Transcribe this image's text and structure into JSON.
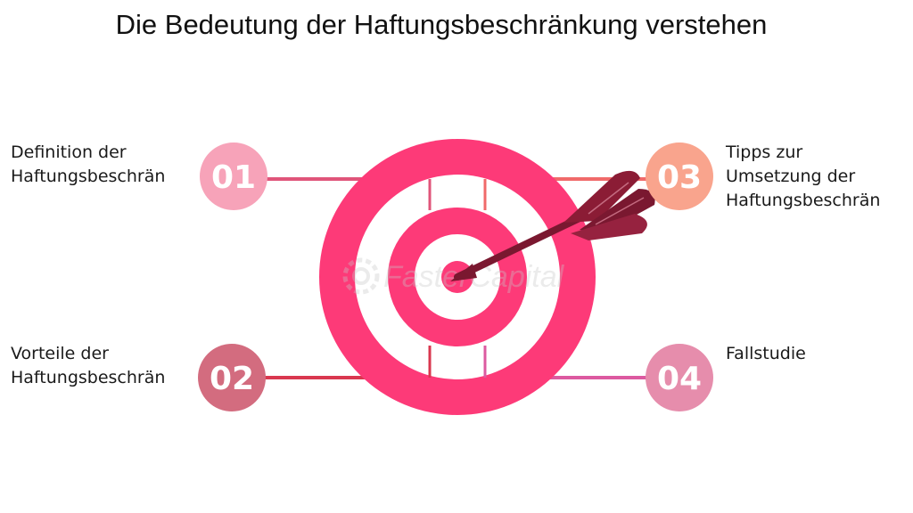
{
  "title": "Die Bedeutung der Haftungsbeschränkung verstehen",
  "watermark": "FasterCapital",
  "items": [
    {
      "number": "01",
      "label": "Definition der\nHaftungsbeschrän",
      "color": "#f7a3b9"
    },
    {
      "number": "02",
      "label": "Vorteile der\nHaftungsbeschrän",
      "color": "#d36c7f"
    },
    {
      "number": "03",
      "label": "Tipps zur\nUmsetzung der\nHaftungsbeschrän",
      "color": "#f9a48d"
    },
    {
      "number": "04",
      "label": "Fallstudie",
      "color": "#e68dac"
    }
  ],
  "colors": {
    "target": "#fd3a78",
    "arrow": "#7a1830",
    "line_01": "#e0557a",
    "line_02": "#d9374f",
    "line_03": "#f06a6a",
    "line_04": "#dc5aa0"
  }
}
